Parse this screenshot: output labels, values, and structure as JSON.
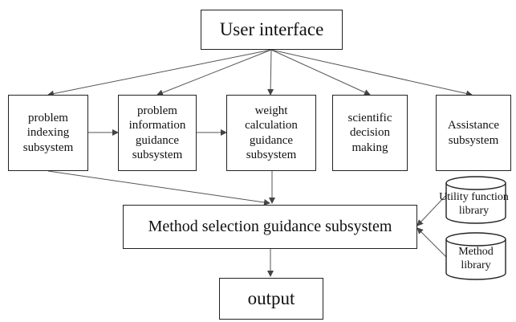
{
  "diagram": {
    "top": {
      "label": "User interface"
    },
    "subsystems": [
      {
        "label": "problem\nindexing\nsubsystem"
      },
      {
        "label": "problem\ninformation\nguidance\nsubsystem"
      },
      {
        "label": "weight\ncalculation\nguidance\nsubsystem"
      },
      {
        "label": "scientific\ndecision\nmaking"
      },
      {
        "label": "Assistance\nsubsystem"
      }
    ],
    "method": {
      "label": "Method selection guidance subsystem"
    },
    "output": {
      "label": "output"
    },
    "libraries": [
      {
        "label": "Utility function\nlibrary"
      },
      {
        "label": "Method\nlibrary"
      }
    ]
  }
}
